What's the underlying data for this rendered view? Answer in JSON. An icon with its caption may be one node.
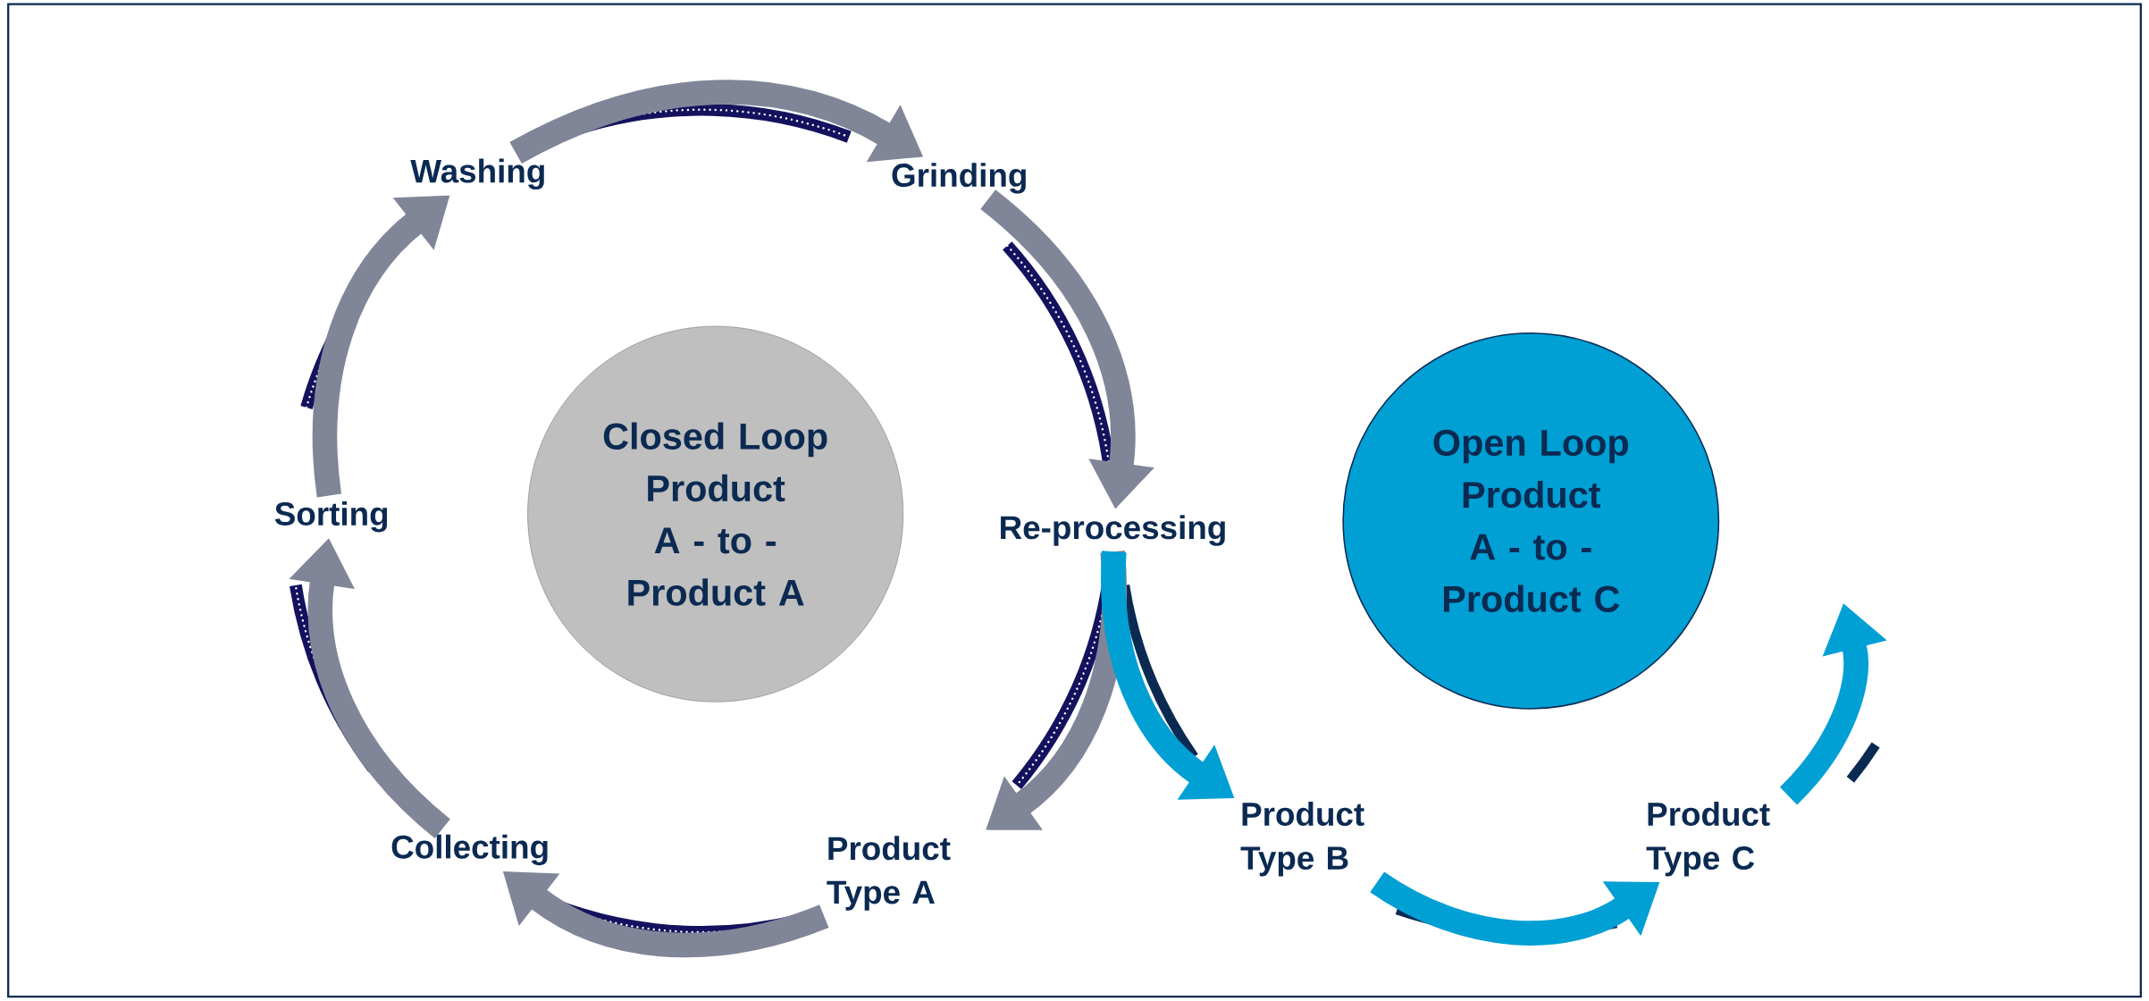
{
  "diagram": {
    "nodes": [
      {
        "text": [
          "Closed Loop Product A - to - Product A"
        ]
      },
      {
        "text": [
          "Open Loop Product A - to - Product C"
        ]
      },
      {
        "text": [
          "Washing"
        ]
      },
      {
        "text": [
          "Grinding"
        ]
      },
      {
        "text": [
          "Re-processing"
        ]
      },
      {
        "text": [
          "Product Type A"
        ]
      },
      {
        "text": [
          "Collecting"
        ]
      },
      {
        "text": [
          "Sorting"
        ]
      },
      {
        "text": [
          "Product Type B"
        ]
      },
      {
        "text": [
          "Product Type C"
        ]
      }
    ],
    "edges": [
      {
        "from": 2,
        "to": 3,
        "arrow": "to"
      },
      {
        "from": 3,
        "to": 4,
        "arrow": "to"
      },
      {
        "from": 4,
        "to": 5,
        "arrow": "to"
      },
      {
        "from": 5,
        "to": 6,
        "arrow": "to"
      },
      {
        "from": 6,
        "to": 7,
        "arrow": "to"
      },
      {
        "from": 7,
        "to": 2,
        "arrow": "to"
      },
      {
        "from": 4,
        "to": 8,
        "arrow": "to",
        "color": "#009fd4"
      },
      {
        "from": 8,
        "to": 9,
        "arrow": "to",
        "color": "#009fd4"
      },
      {
        "from": 9,
        "to": null,
        "arrow": "to",
        "color": "#009fd4"
      }
    ]
  }
}
